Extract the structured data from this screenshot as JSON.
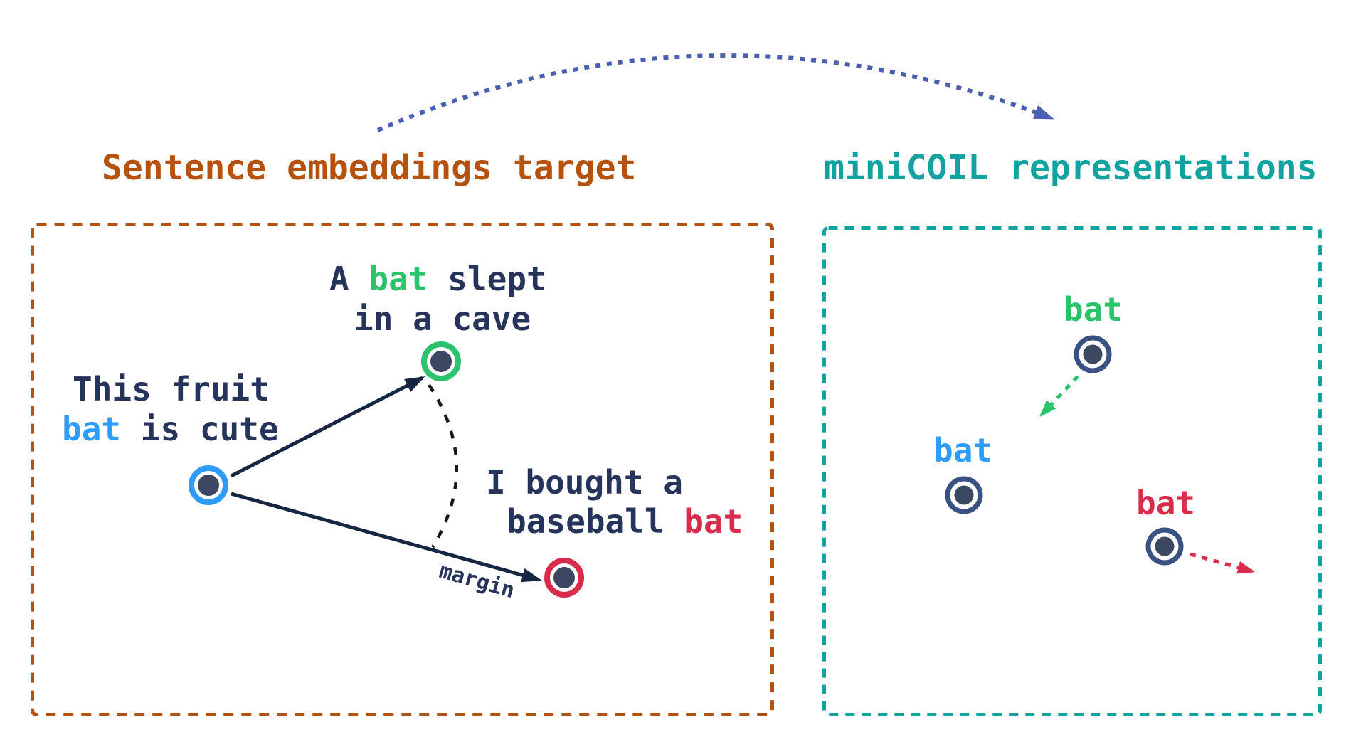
{
  "colors": {
    "orange": "#B5520F",
    "teal": "#12A3A1",
    "navy_text": "#26335B",
    "navy_arrow": "#162642",
    "dot": "#3C4862",
    "ring_navy": "#3A5184",
    "green": "#2BC36B",
    "blue": "#2E9BFF",
    "red": "#D92B4B",
    "indigo": "#4A5FB2",
    "arc_black": "#14181F"
  },
  "left_panel": {
    "title": "Sentence embeddings target",
    "sentence_cave": {
      "pre": "A ",
      "word": "bat",
      "post": " slept",
      "line2": "in a cave"
    },
    "sentence_fruit": {
      "line1": "This fruit",
      "word": "bat",
      "post": " is cute"
    },
    "sentence_baseball": {
      "line1": "I bought a",
      "pre": "baseball ",
      "word": "bat"
    },
    "margin_label": "margin"
  },
  "right_panel": {
    "title": "miniCOIL representations",
    "labels": {
      "green": "bat",
      "blue": "bat",
      "red": "bat"
    }
  }
}
